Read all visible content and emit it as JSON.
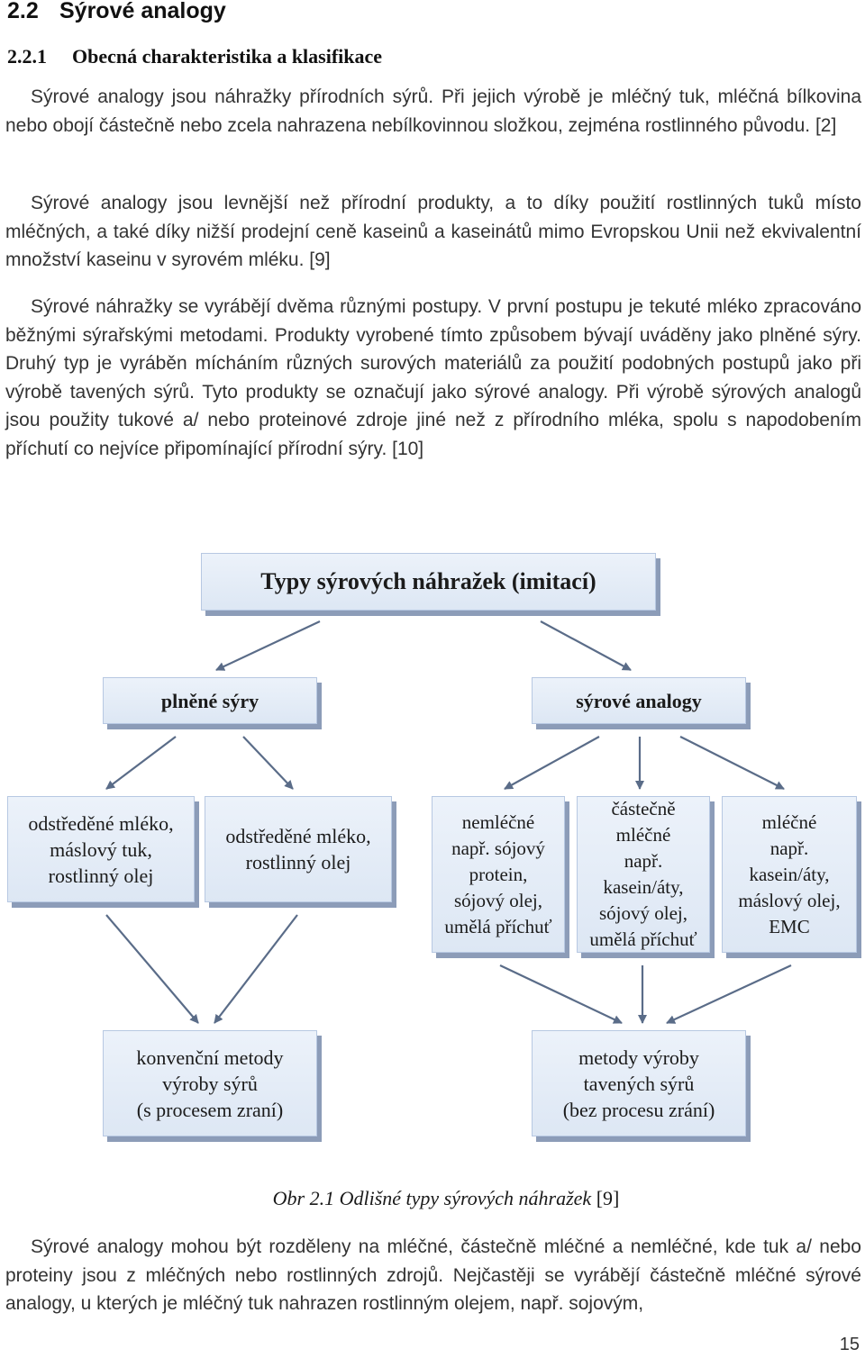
{
  "heading2": {
    "number": "2.2",
    "title": "Sýrové analogy"
  },
  "heading3": {
    "number": "2.2.1",
    "title": "Obecná charakteristika a klasifikace"
  },
  "paragraphs": [
    "Sýrové analogy jsou náhražky přírodních sýrů. Při jejich výrobě je mléčný tuk, mléčná bílkovina nebo obojí částečně nebo zcela nahrazena nebílkovinnou složkou, zejména rostlinného původu. [2]",
    "Sýrové analogy jsou levnější než přírodní produkty, a to díky použití rostlinných tuků místo mléčných, a také díky nižší prodejní ceně kaseinů a kaseinátů mimo Evropskou Unii než ekvivalentní množství kaseinu v syrovém mléku. [9]",
    "Sýrové náhražky se vyrábějí dvěma různými postupy. V první postupu je tekuté mléko zpracováno běžnými sýrařskými metodami. Produkty vyrobené tímto způsobem bývají uváděny jako plněné sýry. Druhý typ je vyráběn mícháním různých surových materiálů za použití podobných postupů jako při výrobě tavených sýrů. Tyto produkty se označují jako sýrové analogy. Při výrobě sýrových analogů jsou použity tukové a/ nebo proteinové zdroje jiné než z přírodního mléka, spolu s napodobením příchutí co nejvíce připomínající přírodní sýry. [10]",
    "Sýrové analogy mohou být rozděleny na mléčné, částečně mléčné a nemléčné, kde tuk a/ nebo proteiny jsou z mléčných nebo rostlinných zdrojů. Nejčastěji se vyrábějí částečně mléčné sýrové analogy, u kterých je mléčný tuk nahrazen rostlinným olejem, např. sojovým,"
  ],
  "diagram": {
    "title": "Typy sýrových náhražek (imitací)",
    "branch_left": "plněné sýry",
    "branch_right": "sýrové analogy",
    "left_items": [
      [
        "odstředěné mléko,",
        "máslový tuk,",
        "rostlinný olej"
      ],
      [
        "odstředěné mléko,",
        "rostlinný olej"
      ]
    ],
    "right_items": [
      [
        "nemléčné",
        "např. sójový",
        "protein,",
        "sójový olej,",
        "umělá příchuť"
      ],
      [
        "částečně",
        "mléčné",
        "např.",
        "kasein/áty,",
        "sójový olej,",
        "umělá příchuť"
      ],
      [
        "mléčné",
        "např.",
        "kasein/áty,",
        "máslový olej,",
        "EMC"
      ]
    ],
    "method_left": [
      "konvenční metody",
      "výroby sýrů",
      "(s procesem zraní)"
    ],
    "method_right": [
      "metody výroby",
      "tavených sýrů",
      "(bez procesu zrání)"
    ],
    "colors": {
      "box_fill": "#e4ecf7",
      "box_border": "#b7c8e2",
      "shadow": "#8c9cb8",
      "arrow": "#5a6c88"
    }
  },
  "caption": {
    "label": "Obr 2.1 Odlišné typy sýrových náhražek",
    "ref": "[9]"
  },
  "page_number": "15"
}
